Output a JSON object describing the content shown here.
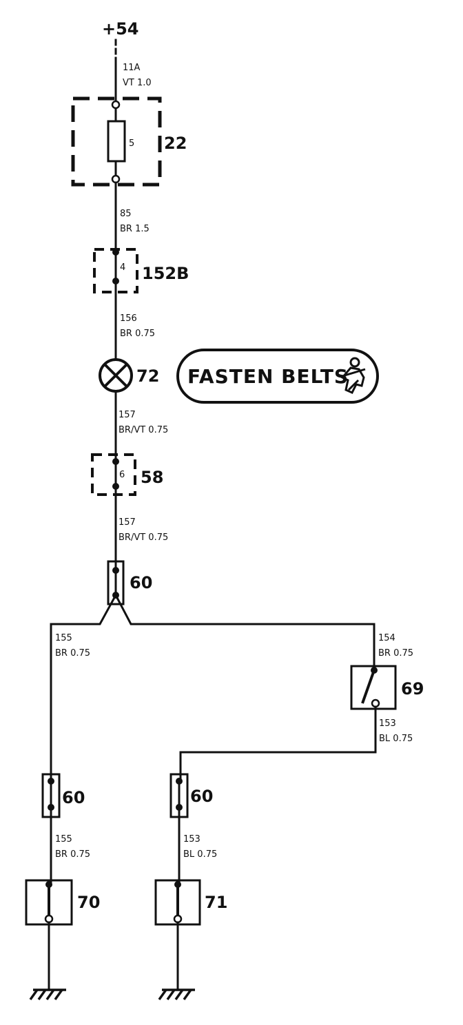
{
  "supply": {
    "label": "+54"
  },
  "wires": {
    "w_11A": {
      "num": "11A",
      "spec": "VT 1.0"
    },
    "w_85": {
      "num": "85",
      "spec": "BR 1.5"
    },
    "w_156": {
      "num": "156",
      "spec": "BR 0.75"
    },
    "w_157a": {
      "num": "157",
      "spec": "BR/VT 0.75"
    },
    "w_157b": {
      "num": "157",
      "spec": "BR/VT 0.75"
    },
    "w_155a": {
      "num": "155",
      "spec": "BR 0.75"
    },
    "w_154": {
      "num": "154",
      "spec": "BR 0.75"
    },
    "w_153a": {
      "num": "153",
      "spec": "BL 0.75"
    },
    "w_155b": {
      "num": "155",
      "spec": "BR 0.75"
    },
    "w_153b": {
      "num": "153",
      "spec": "BL 0.75"
    }
  },
  "components": {
    "fuse_box": {
      "id": "22",
      "fuse_no": "5"
    },
    "connector_152B": {
      "id": "152B",
      "pin": "4"
    },
    "lamp": {
      "id": "72"
    },
    "connector_58": {
      "id": "58",
      "pin": "6"
    },
    "connector_60_top": {
      "id": "60"
    },
    "switch_69": {
      "id": "69"
    },
    "connector_60_left": {
      "id": "60"
    },
    "connector_60_right": {
      "id": "60"
    },
    "switch_70": {
      "id": "70"
    },
    "switch_71": {
      "id": "71"
    }
  },
  "warning": {
    "text": "FASTEN BELTS",
    "icon": "seatbelt-icon"
  }
}
